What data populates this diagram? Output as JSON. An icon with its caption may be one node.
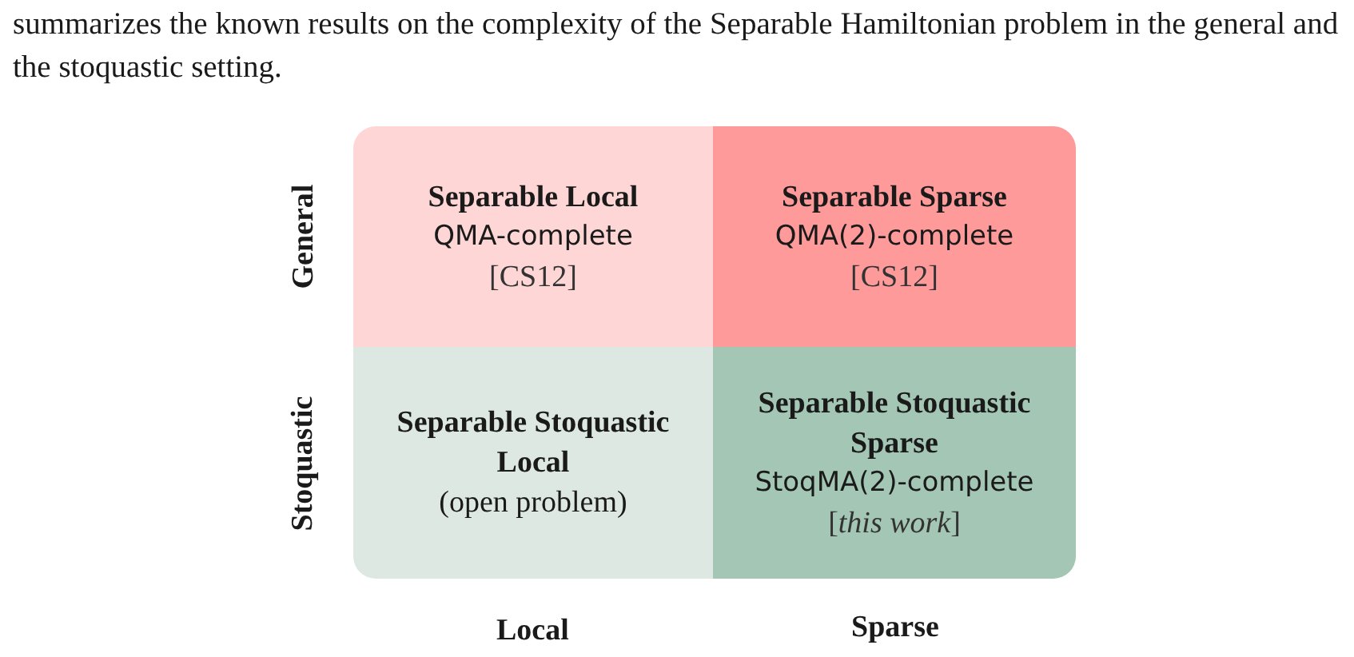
{
  "diagram": {
    "nodes": [
      {
        "text": [
          "Separable Local",
          "QMA-complete",
          "[CS12]"
        ]
      },
      {
        "text": [
          "Separable Sparse",
          "QMA(2)-complete",
          "[CS12]"
        ]
      },
      {
        "text": [
          "Separable Stoquastic Local",
          "(open problem)"
        ]
      },
      {
        "text": [
          "Separable Stoquastic Sparse",
          "StoqMA(2)-complete",
          "[*this work*]"
        ]
      }
    ],
    "labels": [
      "summarizes the known results on the complexity of the Separable Hamiltonian problem in the general and the stoquastic setting.",
      "General",
      "Stoquastic",
      "Local",
      "Sparse"
    ]
  }
}
